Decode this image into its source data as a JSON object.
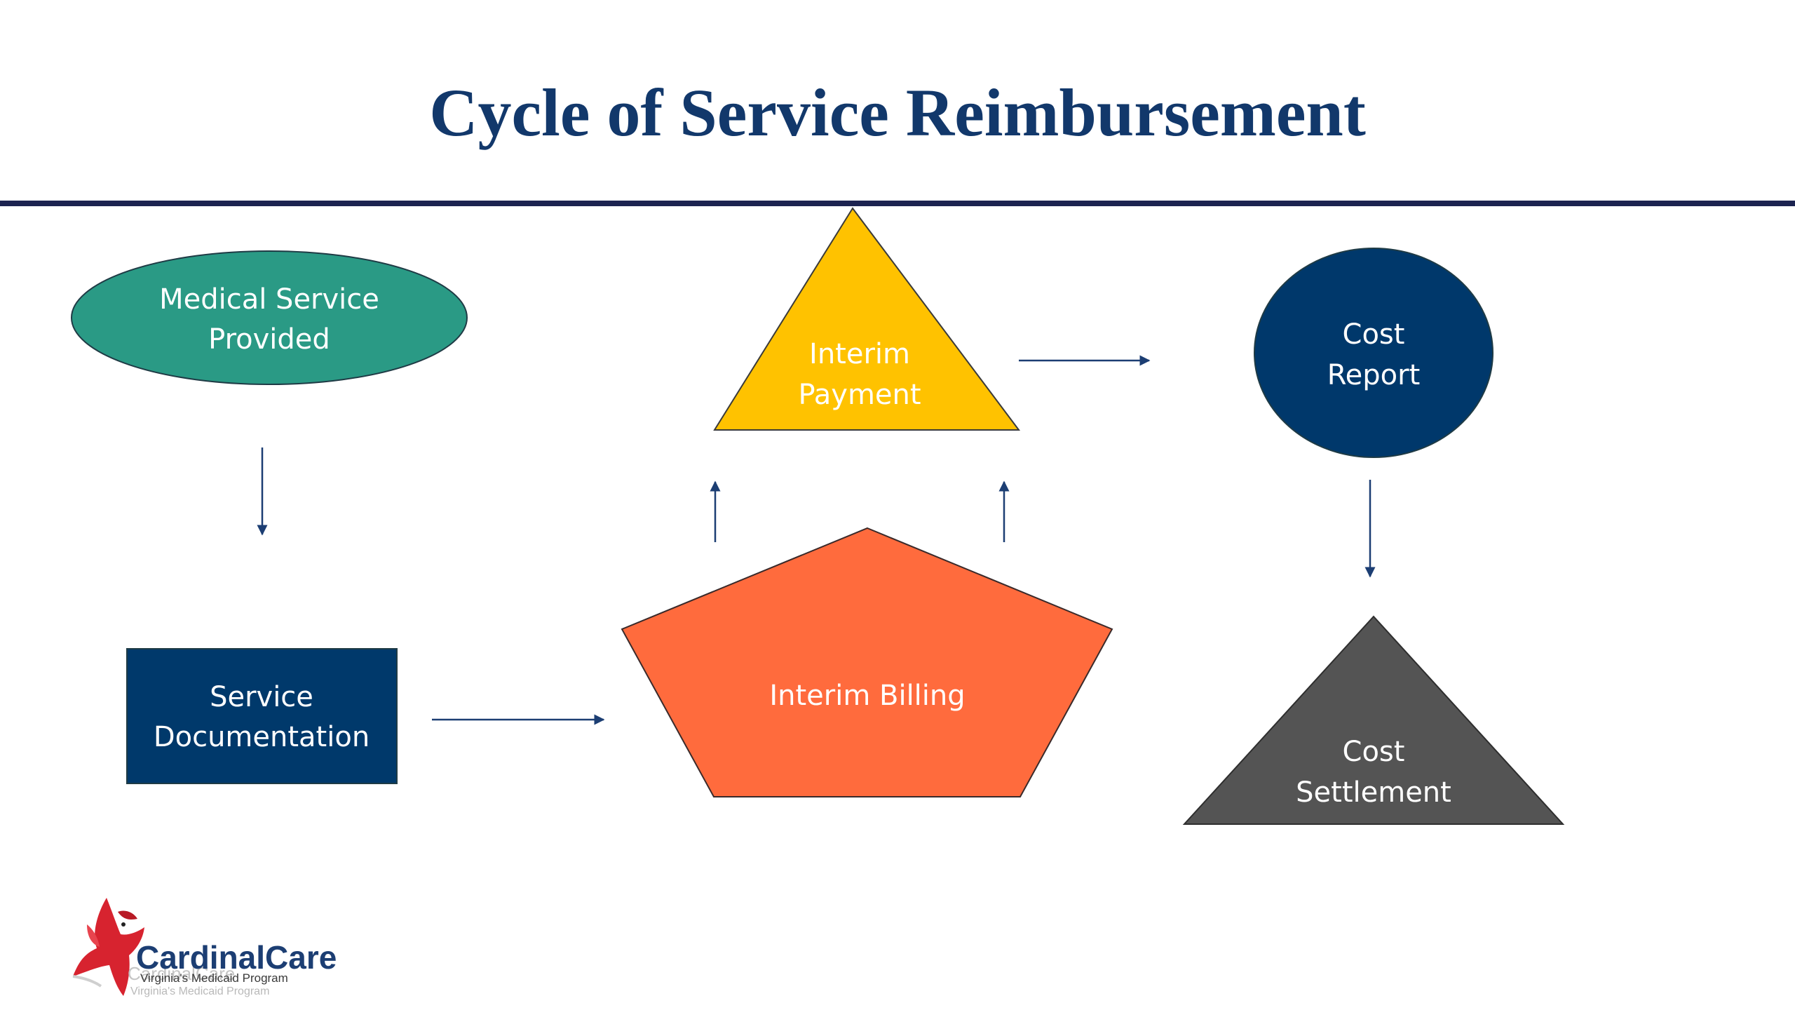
{
  "slide": {
    "title": "Cycle of Service Reimbursement"
  },
  "colors": {
    "title": "#12386b",
    "divider": "#1c2350",
    "arrow": "#1c3e73",
    "medical_service": "#2a9a85",
    "service_documentation": "#00396b",
    "interim_billing": "#ff6b3d",
    "interim_payment": "#ffc200",
    "cost_report": "#00386b",
    "cost_settlement": "#545454"
  },
  "diagram": {
    "nodes": {
      "medical_service": {
        "shape": "ellipse",
        "lines": [
          "Medical Service",
          "Provided"
        ]
      },
      "service_documentation": {
        "shape": "rectangle",
        "lines": [
          "Service",
          "Documentation"
        ]
      },
      "interim_billing": {
        "shape": "pentagon",
        "lines": [
          "Interim Billing"
        ]
      },
      "interim_payment": {
        "shape": "triangle",
        "lines": [
          "Interim",
          "Payment"
        ]
      },
      "cost_report": {
        "shape": "ellipse",
        "lines": [
          "Cost",
          "Report"
        ]
      },
      "cost_settlement": {
        "shape": "triangle",
        "lines": [
          "Cost",
          "Settlement"
        ]
      }
    },
    "edges": [
      {
        "from": "Medical Service Provided",
        "to": "Service Documentation"
      },
      {
        "from": "Service Documentation",
        "to": "Interim Billing"
      },
      {
        "from": "Interim Billing",
        "to": "Interim Payment"
      },
      {
        "from": "Interim Billing",
        "to": "Interim Payment"
      },
      {
        "from": "Interim Payment",
        "to": "Cost Report"
      },
      {
        "from": "Cost Report",
        "to": "Cost Settlement"
      }
    ]
  },
  "logo": {
    "wordmark": "CardinalCare",
    "tagline": "Virginia's Medicaid Program",
    "icon": "cardinal-bird-icon"
  }
}
